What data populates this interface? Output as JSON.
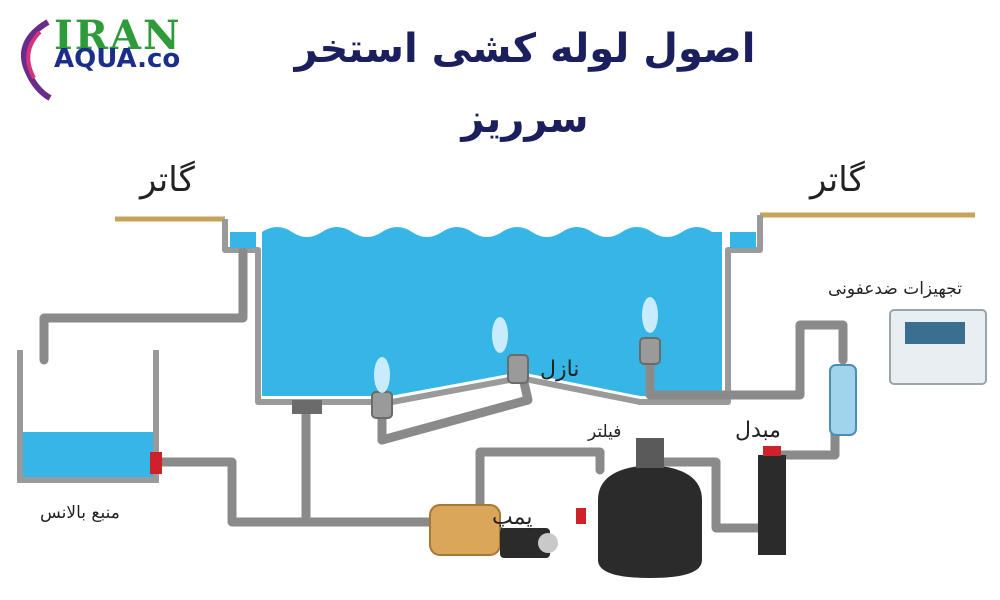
{
  "title": "اصول لوله کشی استخر سرریز",
  "logo": {
    "top_text": "IRAN",
    "main_text": "AQUA.co"
  },
  "labels": {
    "gutter_left": "گاتر",
    "gutter_right": "گاتر",
    "nozzle": "نازل",
    "filter": "فیلتر",
    "heat_exchanger": "مبدل",
    "disinfection": "تجهیزات ضدعفونی",
    "pump": "پمپ",
    "balance_tank": "منبع بالانس"
  },
  "colors": {
    "water": "#35b6e6",
    "pipe": "#8a8a8a",
    "ground": "#c9a25a",
    "title": "#1b1f5e",
    "filter_body": "#2b2b2b",
    "pump_body": "#d9a65a",
    "valve": "#d0202a"
  }
}
